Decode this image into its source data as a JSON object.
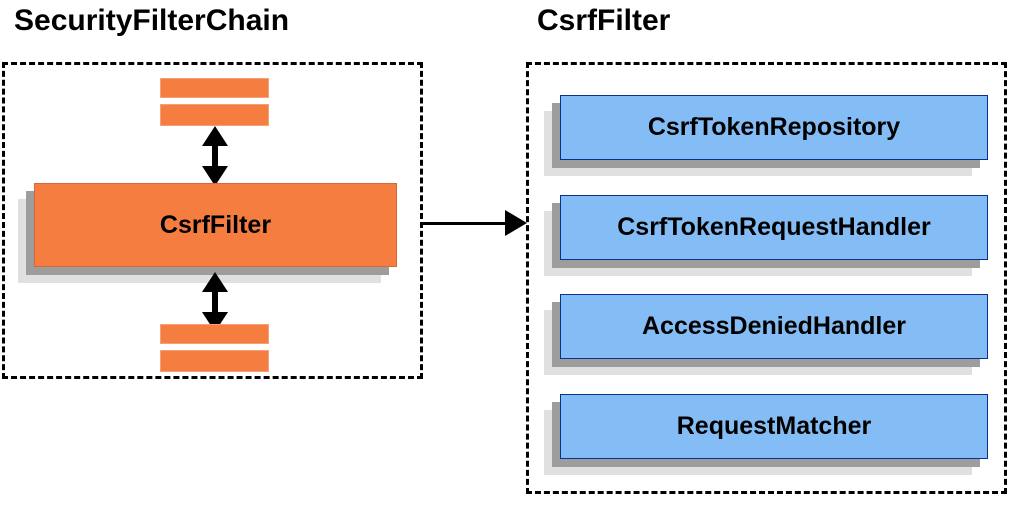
{
  "diagram": {
    "type": "component-relationship-diagram",
    "background_color": "#ffffff",
    "accent_orange": "#f47d3f",
    "accent_blue": "#84bdf5",
    "shadow_dark": "#9d9d9d",
    "shadow_light": "#e0e0e0",
    "border_blue": "#0b318f"
  },
  "left_panel": {
    "title": "SecurityFilterChain",
    "highlight_box": {
      "label": "CsrfFilter"
    },
    "filter_bars": [
      {
        "name": "filter-bar-top-1"
      },
      {
        "name": "filter-bar-top-2"
      },
      {
        "name": "filter-bar-bottom-1"
      },
      {
        "name": "filter-bar-bottom-2"
      }
    ],
    "connectors": [
      {
        "name": "double-arrow-above-csrffilter",
        "direction": "bidirectional-vertical"
      },
      {
        "name": "double-arrow-below-csrffilter",
        "direction": "bidirectional-vertical"
      }
    ]
  },
  "link_arrow": {
    "name": "left-panel-to-right-panel-arrow",
    "direction": "right"
  },
  "right_panel": {
    "title": "CsrfFilter",
    "collaborators": [
      {
        "label": "CsrfTokenRepository"
      },
      {
        "label": "CsrfTokenRequestHandler"
      },
      {
        "label": "AccessDeniedHandler"
      },
      {
        "label": "RequestMatcher"
      }
    ]
  }
}
